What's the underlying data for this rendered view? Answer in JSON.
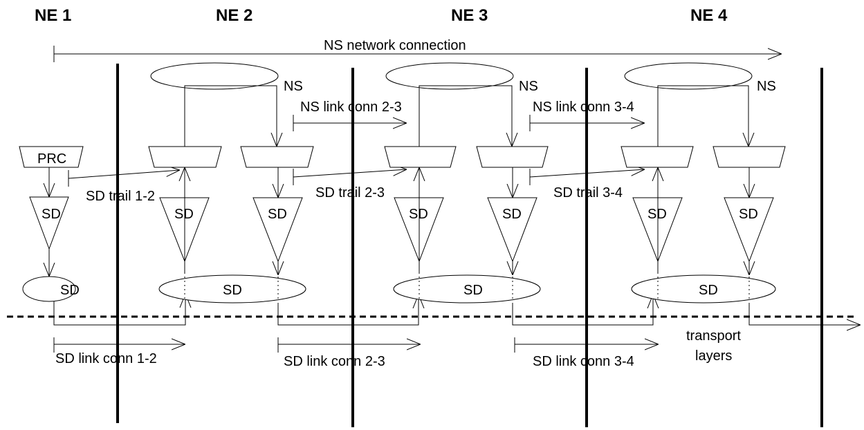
{
  "headers": {
    "ne1": "NE 1",
    "ne2": "NE 2",
    "ne3": "NE 3",
    "ne4": "NE 4"
  },
  "labels": {
    "ns_network_connection": "NS network connection",
    "ns": "NS",
    "prc": "PRC",
    "sd": "SD",
    "ns_link_conn_2_3": "NS link conn 2-3",
    "ns_link_conn_3_4": "NS link conn 3-4",
    "sd_trail_1_2": "SD trail 1-2",
    "sd_trail_2_3": "SD trail 2-3",
    "sd_trail_3_4": "SD trail 3-4",
    "sd_link_conn_1_2": "SD link conn 1-2",
    "sd_link_conn_2_3": "SD link conn 2-3",
    "sd_link_conn_3_4": "SD link conn 3-4",
    "transport": "transport",
    "layers": "layers"
  }
}
